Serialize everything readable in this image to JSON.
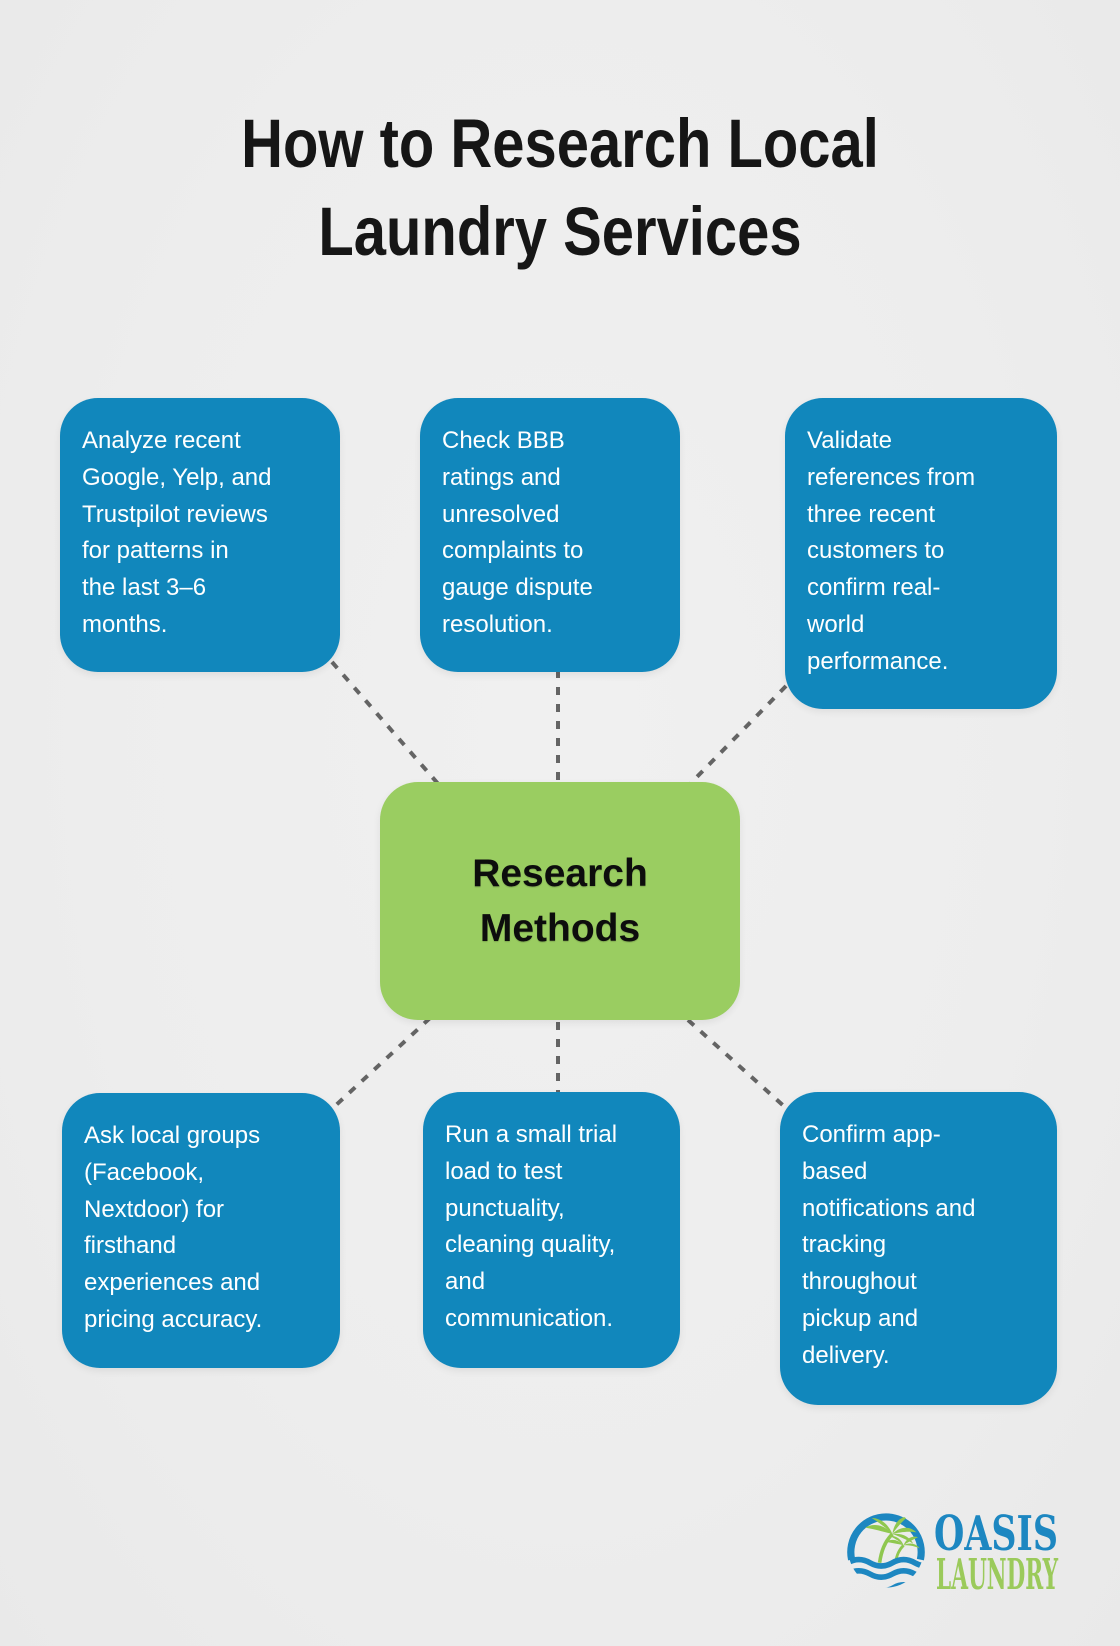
{
  "title_lines": [
    "How to Research Local",
    "Laundry Services"
  ],
  "center": {
    "label_lines": [
      "Research",
      "Methods"
    ]
  },
  "boxes": [
    {
      "id": "online-reviews",
      "lines": [
        "Analyze recent",
        "Google, Yelp, and",
        "Trustpilot reviews",
        "for patterns in",
        "the last 3–6",
        "months."
      ]
    },
    {
      "id": "bbb-ratings",
      "lines": [
        "Check BBB",
        "ratings and",
        "unresolved",
        "complaints to",
        "gauge dispute",
        "resolution."
      ]
    },
    {
      "id": "customer-references",
      "lines": [
        "Validate",
        "references from",
        "three recent",
        "customers to",
        "confirm real-",
        "world",
        "performance."
      ]
    },
    {
      "id": "local-groups",
      "lines": [
        "Ask local groups",
        "(Facebook,",
        "Nextdoor) for",
        "firsthand",
        "experiences and",
        "pricing accuracy."
      ]
    },
    {
      "id": "trial-load",
      "lines": [
        "Run a small trial",
        "load to test",
        "punctuality,",
        "cleaning quality,",
        "and",
        "communication."
      ]
    },
    {
      "id": "app-tracking",
      "lines": [
        "Confirm app-",
        "based",
        "notifications and",
        "tracking",
        "throughout",
        "pickup and",
        "delivery."
      ]
    }
  ],
  "logo": {
    "name_top": "OASIS",
    "name_bottom": "LAUNDRY",
    "icon": "palm-island-waves-icon"
  },
  "colors": {
    "background": "#EDEDED",
    "box_blue": "#1187BC",
    "center_green": "#9ACD61",
    "connector_gray": "#646464",
    "title_text": "#161616",
    "box_text": "#FFFFFF",
    "logo_blue": "#1D87C1",
    "logo_green": "#9BCA5B"
  }
}
